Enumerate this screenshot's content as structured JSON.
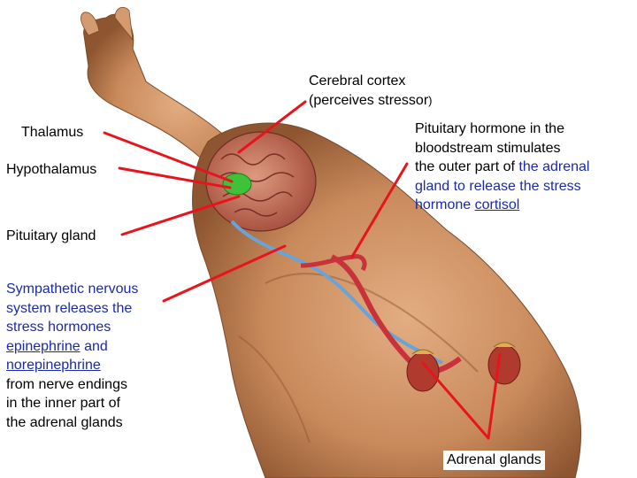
{
  "labels": {
    "cortex_line1": "Cerebral cortex",
    "cortex_line2a": "(perceives stressor",
    "cortex_line2b": ")",
    "thalamus": "Thalamus",
    "hypothalamus": "Hypothalamus",
    "pituitary_gland": "Pituitary gland",
    "pit_hormone": {
      "l1": "Pituitary hormone in the",
      "l2": "bloodstream stimulates",
      "l3a": "the outer part of ",
      "l3b": "the adrenal",
      "l4": "gland to release the stress",
      "l5a": "hormone ",
      "l5b": "cortisol"
    },
    "sympathetic": {
      "l1": "Sympathetic nervous",
      "l2": "system releases the",
      "l3": "stress hormones",
      "l4a": "epinephrine",
      "l4b": " and",
      "l5": "norepinephrine",
      "l6": "from nerve endings",
      "l7": "in the inner part of",
      "l8": "the adrenal glands"
    },
    "adrenal_glands": "Adrenal glands"
  },
  "colors": {
    "pointer": "#e8141c",
    "blue_text": "#1a2aa8",
    "skin": "#c8875a",
    "brain": "#c9705a",
    "pituitary": "#3fc23a",
    "artery": "#c8323a",
    "nerve": "#6aa3d6",
    "adrenal": "#b03a2e"
  }
}
